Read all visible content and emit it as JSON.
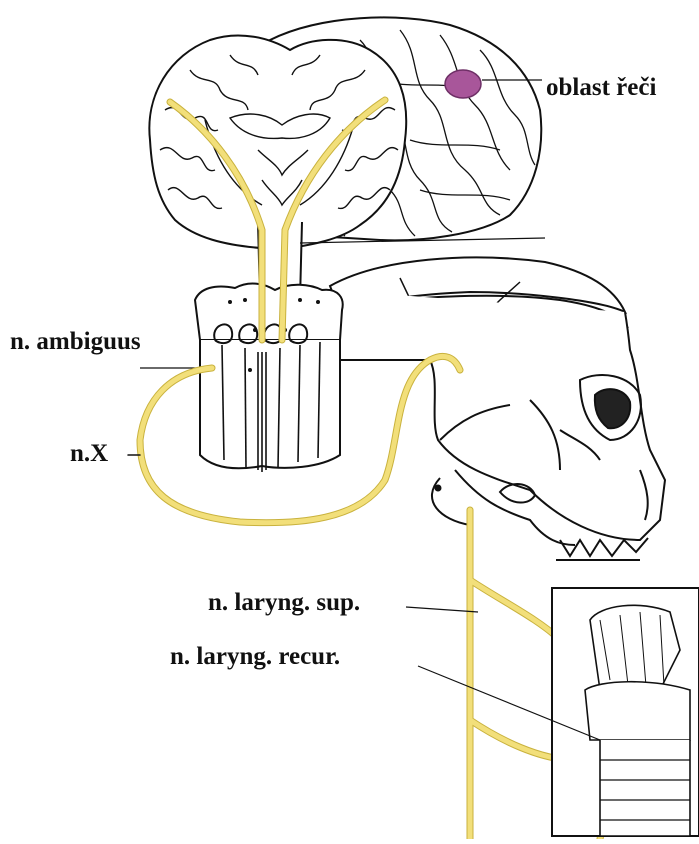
{
  "labels": {
    "speech_area": "oblast řeči",
    "nucleus_ambiguus": "n. ambiguus",
    "vagus_nerve": "n.X",
    "superior_laryngeal": "n. laryng. sup.",
    "recurrent_laryngeal": "n. laryng. recur."
  },
  "colors": {
    "nerve": "#f2df7a",
    "nerve_edge": "#c9b23d",
    "speech_area": "#a8569a",
    "outline": "#111111"
  }
}
